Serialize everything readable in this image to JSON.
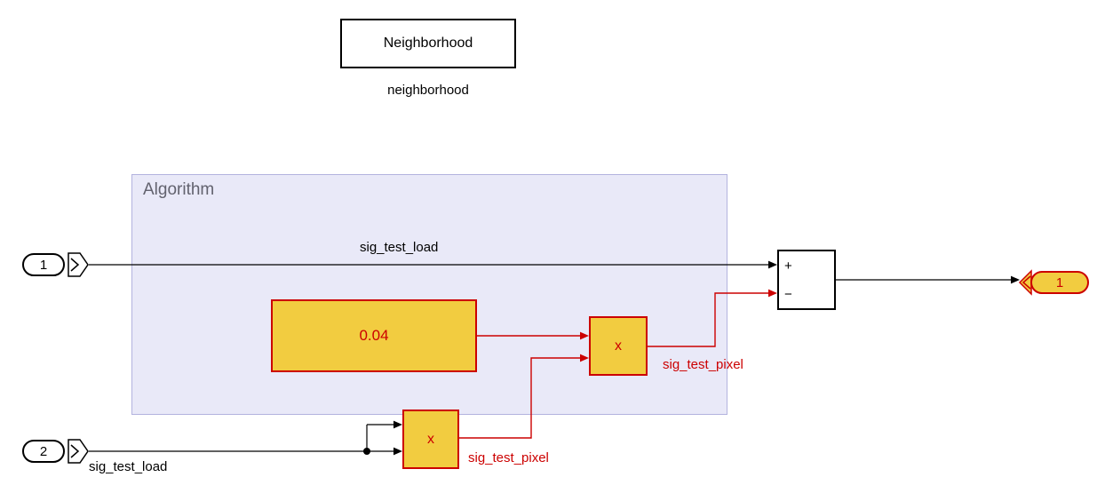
{
  "colors": {
    "highlight_fill": "#F2CC40",
    "highlight_stroke": "#CC0000",
    "signal_red": "#CC0000",
    "signal_black": "#000000",
    "area_fill": "#E9E9F8",
    "area_border": "#B3B3DF",
    "area_label_color": "#62626E"
  },
  "blocks": {
    "neighborhood": {
      "label": "Neighborhood",
      "caption": "neighborhood"
    },
    "algorithm_area": {
      "title": "Algorithm"
    },
    "constant": {
      "value": "0.04"
    },
    "product_upper": {
      "symbol": "x"
    },
    "product_lower": {
      "symbol": "x"
    },
    "sum": {
      "plus": "+",
      "minus": "−"
    },
    "inport_1": {
      "number": "1"
    },
    "inport_2": {
      "number": "2"
    },
    "outport_1": {
      "number": "1"
    }
  },
  "signals": {
    "top_load_label": "sig_test_load",
    "bottom_load_label": "sig_test_load",
    "upper_pixel_label": "sig_test_pixel",
    "lower_pixel_label": "sig_test_pixel"
  }
}
